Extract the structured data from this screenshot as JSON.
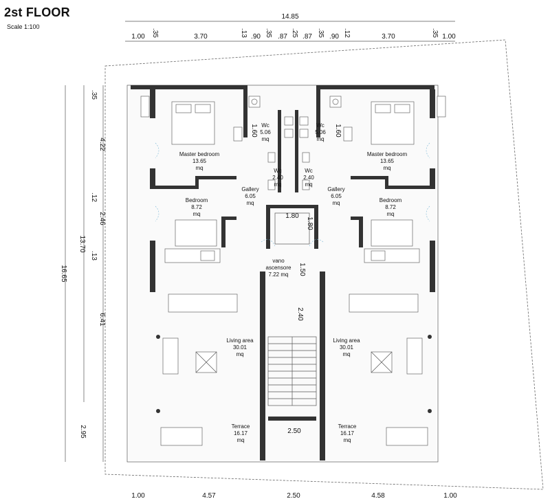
{
  "header": {
    "title": "2st FLOOR",
    "scale": "Scale 1:100"
  },
  "dims_top": {
    "total": "14.85",
    "parts": [
      "1.00",
      ".35",
      "3.70",
      ".13",
      ".90",
      ".35",
      ".87",
      ".25",
      ".87",
      ".35",
      ".90",
      ".12",
      "3.70",
      ".35",
      "1.00"
    ]
  },
  "dims_left": {
    "total_outer": "16.65",
    "total_inner": "13.70",
    "parts": [
      ".35",
      "4.22",
      ".12",
      "2.46",
      ".13",
      "6.41",
      "2.95"
    ]
  },
  "dims_bottom": {
    "parts": [
      "1.00",
      "4.57",
      "2.50",
      "4.58",
      "1.00"
    ]
  },
  "dims_inner": {
    "elev_w": "1.80",
    "elev_h": "1.80",
    "corridor_top": "1.50",
    "corridor": "2.40",
    "stair_w": "2.50",
    "wc_h_left": "1.60",
    "wc_h_right": "1.60"
  },
  "rooms": {
    "wc_big_left": {
      "name": "Wc",
      "area": "5.06",
      "unit": "mq"
    },
    "wc_big_right": {
      "name": "Wc",
      "area": "5.06",
      "unit": "mq"
    },
    "wc_small_left": {
      "name": "Wc",
      "area": "2.40",
      "unit": "mq"
    },
    "wc_small_right": {
      "name": "Wc",
      "area": "2.40",
      "unit": "mq"
    },
    "master_left": {
      "name": "Master bedroom",
      "area": "13.65",
      "unit": "mq"
    },
    "master_right": {
      "name": "Master bedroom",
      "area": "13.65",
      "unit": "mq"
    },
    "gallery_left": {
      "name": "Gallery",
      "area": "6.05",
      "unit": "mq"
    },
    "gallery_right": {
      "name": "Gallery",
      "area": "6.05",
      "unit": "mq"
    },
    "bedroom_left": {
      "name": "Bedroom",
      "area": "8.72",
      "unit": "mq"
    },
    "bedroom_right": {
      "name": "Bedroom",
      "area": "8.72",
      "unit": "mq"
    },
    "vano": {
      "name1": "vano",
      "name2": "ascensore",
      "area": "7.22 mq"
    },
    "living_left": {
      "name": "Living area",
      "area": "30.01",
      "unit": "mq"
    },
    "living_right": {
      "name": "Living area",
      "area": "30.01",
      "unit": "mq"
    },
    "terrace_left": {
      "name": "Terrace",
      "area": "16.17",
      "unit": "mq"
    },
    "terrace_right": {
      "name": "Terrace",
      "area": "16.17",
      "unit": "mq"
    }
  }
}
